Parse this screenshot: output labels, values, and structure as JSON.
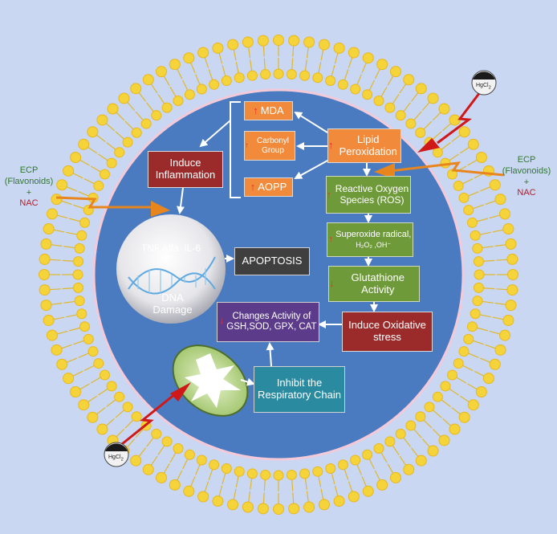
{
  "hgcl2_label": "HgCl",
  "hgcl2_subscript": "2",
  "left_agent": {
    "line1": "ECP",
    "line2": "(Flavonoids)",
    "line3": "+",
    "line4": "NAC"
  },
  "right_agent": {
    "line1": "ECP",
    "line2": "(Flavonoids)",
    "line3": "+",
    "line4": "NAC"
  },
  "boxes": {
    "mda": "MDA",
    "carbonyl": "Carbonyl Group",
    "aopp": "AOPP",
    "lipid": "Lipid Peroxidation",
    "inflammation": "Induce Inflammation",
    "ros": "Reactive Oxygen Species (ROS)",
    "superoxide_line1": "Superoxide radical,",
    "superoxide_line2": "H₂O₂ ,OH⁻",
    "glutathione": "Glutathione Activity",
    "oxidative": "Induce Oxidative stress",
    "apoptosis": "APOPTOSIS",
    "enzymes_line1": "Changes Activity of",
    "enzymes_line2": "GSH,SOD, GPX, CAT",
    "respiratory": "Inhibit the Respiratory Chain"
  },
  "dna": {
    "tnf": "TNF Alfa",
    "il6": "IL-6",
    "damage_line1": "DNA",
    "damage_line2": "Damage"
  },
  "arrows": {
    "up": "↑",
    "down": "↓"
  },
  "colors": {
    "background": "#c9d7f3",
    "cell": "#4a7bc0",
    "membrane_head": "#f5d33a",
    "orange_box": "#f28a3b",
    "green_box": "#6f9a3a",
    "red_box": "#9b2b2b",
    "lightning_red": "#d01818",
    "lightning_orange": "#e8861d"
  }
}
